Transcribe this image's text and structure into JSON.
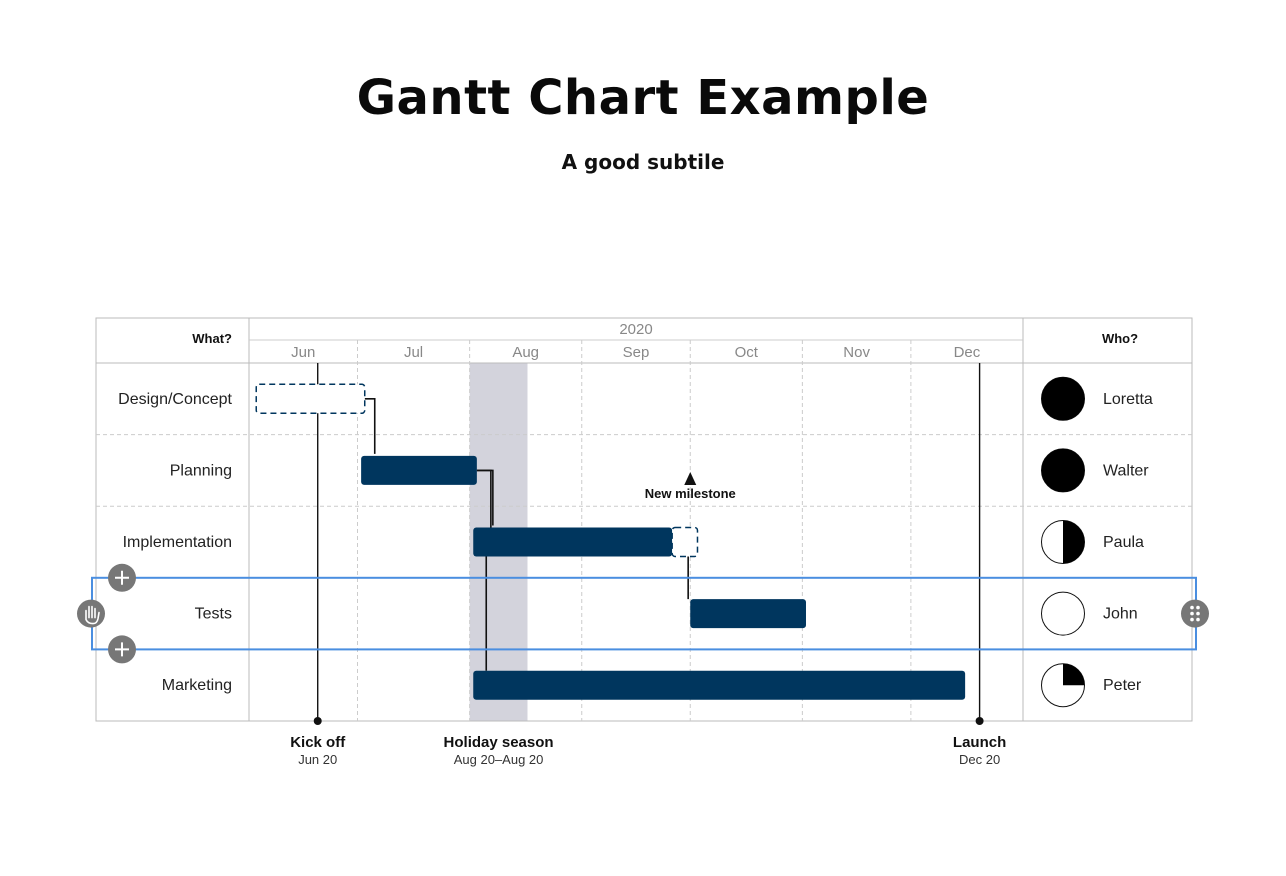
{
  "title": "Gantt Chart Example",
  "subtitle": "A good subtile",
  "colors": {
    "bar": "#00365e",
    "holiday": "#d3d3dc",
    "selection": "#4a8ee0",
    "handle": "#777777"
  },
  "chart_data": {
    "type": "gantt",
    "year": "2020",
    "headers": {
      "what": "What?",
      "who": "Who?"
    },
    "months": [
      "Jun",
      "Jul",
      "Aug",
      "Sep",
      "Oct",
      "Nov",
      "Dec"
    ],
    "tasks": [
      {
        "name": "Design/Concept",
        "start": "2020-06-03",
        "end": "2020-07-03",
        "planned": true,
        "owner": "Loretta",
        "progress": 1.0
      },
      {
        "name": "Planning",
        "start": "2020-07-02",
        "end": "2020-08-03",
        "owner": "Walter",
        "progress": 1.0
      },
      {
        "name": "Implementation",
        "start": "2020-08-02",
        "end": "2020-09-26",
        "planned_end": "2020-10-03",
        "owner": "Paula",
        "progress": 0.5
      },
      {
        "name": "Tests",
        "start": "2020-10-01",
        "end": "2020-11-02",
        "owner": "John",
        "progress": 0.0,
        "selected": true
      },
      {
        "name": "Marketing",
        "start": "2020-08-02",
        "end": "2020-12-16",
        "owner": "Peter",
        "progress": 0.25
      }
    ],
    "dependencies": [
      {
        "from": "Design/Concept",
        "to": "Planning"
      },
      {
        "from": "Planning",
        "to": "Implementation"
      },
      {
        "from": "Planning",
        "to": "Marketing"
      },
      {
        "from": "Implementation",
        "to": "Tests"
      }
    ],
    "milestones": [
      {
        "label": "Kick off",
        "date_label": "Jun 20",
        "date": "2020-06-20"
      },
      {
        "label": "Launch",
        "date_label": "Dec 20",
        "date": "2020-12-20"
      }
    ],
    "floating_milestones": [
      {
        "label": "New milestone",
        "date": "2020-10-01"
      }
    ],
    "periods": [
      {
        "label": "Holiday season",
        "date_label": "Aug 20–Aug 20",
        "start": "2020-08-01",
        "end": "2020-08-17"
      }
    ]
  }
}
